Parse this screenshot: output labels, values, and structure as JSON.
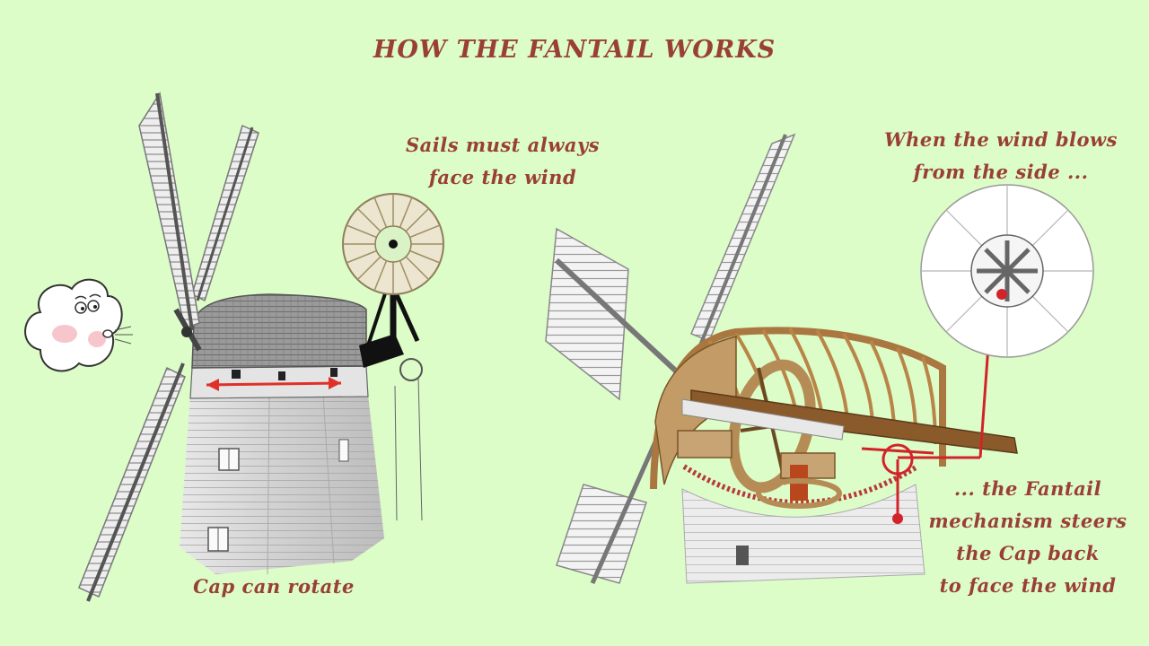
{
  "title": "HOW THE FANTAIL WORKS",
  "captions": {
    "sails": [
      "Sails must always",
      "face the wind"
    ],
    "cap_rotate": "Cap can rotate",
    "wind_side": [
      "When the wind blows",
      "from the side ..."
    ],
    "fantail_steers": [
      "... the Fantail",
      "mechanism steers",
      "the Cap back",
      "to face the wind"
    ]
  },
  "colors": {
    "background": "#dcfcc8",
    "caption_text": "#9a3f36",
    "arrow_red": "#e0302a",
    "tower_grey": "#d4d4d4",
    "cap_roof": "#8f8f8f",
    "timber": "#a9773f"
  }
}
